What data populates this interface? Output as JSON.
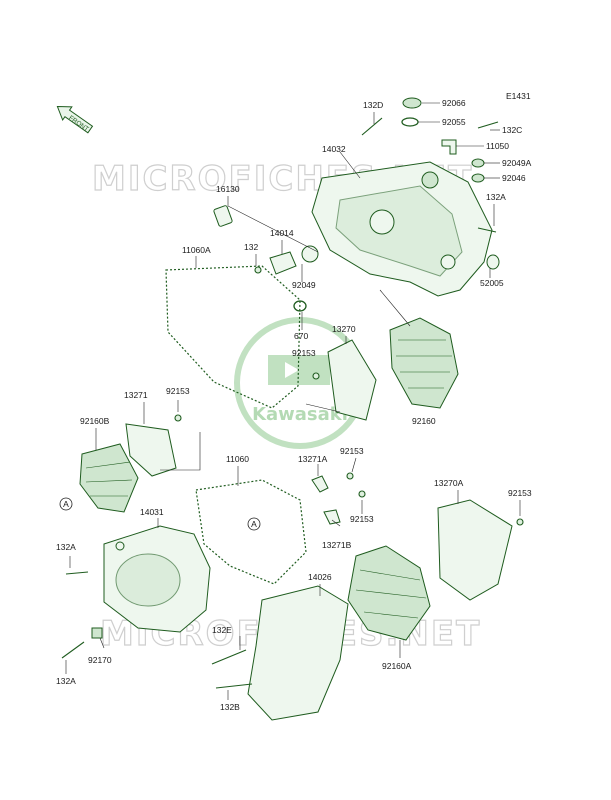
{
  "diagram_code": "E1431",
  "front_badge": "FRONT",
  "logo_text": "Kawasaki",
  "watermark": "MICROFICHES.NET",
  "ref_marker": "A",
  "part_labels": {
    "p132D": "132D",
    "p92066": "92066",
    "p92055": "92055",
    "p132C": "132C",
    "p11050": "11050",
    "p92049A": "92049A",
    "p92046": "92046",
    "p132A_top": "132A",
    "p14032": "14032",
    "p16130": "16130",
    "p14014": "14014",
    "p132": "132",
    "p92049": "92049",
    "p11060A": "11060A",
    "p52005": "52005",
    "p670": "670",
    "p13270": "13270",
    "p92153_a": "92153",
    "p92160": "92160",
    "p13271": "13271",
    "p92153_b": "92153",
    "p92160B": "92160B",
    "p11060": "11060",
    "p92153_c": "92153",
    "p13271A": "13271A",
    "p92153_d": "92153",
    "p13271B": "13271B",
    "p13270A": "13270A",
    "p92153_e": "92153",
    "p14031": "14031",
    "p132A_left": "132A",
    "p14026": "14026",
    "p132E": "132E",
    "p92160A": "92160A",
    "p92170": "92170",
    "p132A_bottom": "132A",
    "p132B": "132B"
  }
}
